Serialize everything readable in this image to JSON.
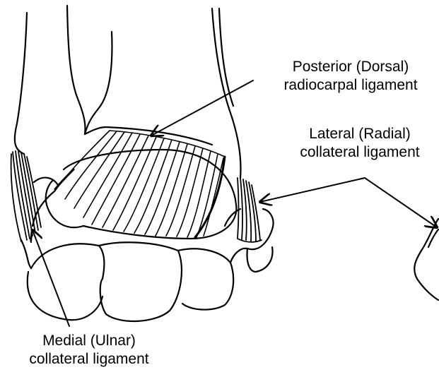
{
  "labels": {
    "posterior": {
      "line1": "Posterior (Dorsal)",
      "line2": "radiocarpal ligament"
    },
    "lateral": {
      "line1": "Lateral (Radial)",
      "line2": "collateral ligament"
    },
    "medial": {
      "line1": "Medial (Ulnar)",
      "line2": "collateral ligament"
    }
  },
  "colors": {
    "ink": "#000000",
    "background": "#ffffff"
  }
}
